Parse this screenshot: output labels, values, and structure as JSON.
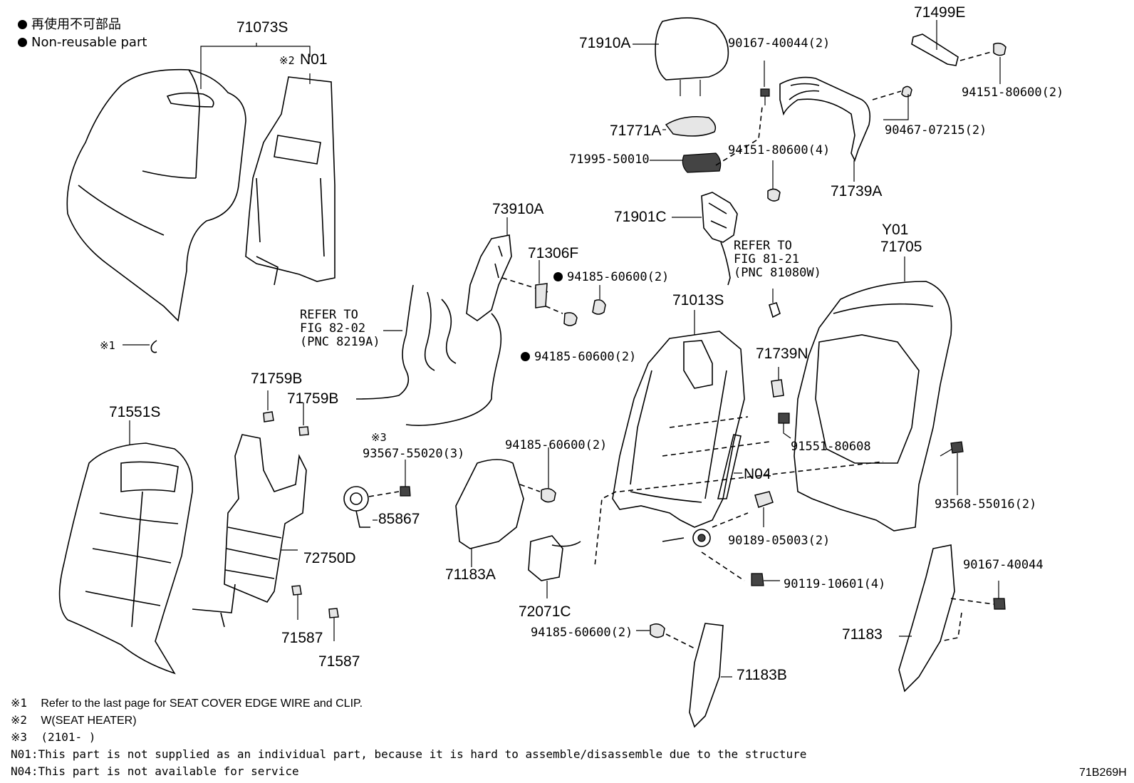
{
  "legend": {
    "jp": "再使用不可部品",
    "en": "Non-reusable part"
  },
  "labels": {
    "p71073S": "71073S",
    "n2": "※2",
    "pN01": "N01",
    "p71910A": "71910A",
    "p90167_40044_2": "90167-40044(2)",
    "p71499E": "71499E",
    "p94151_80600_2": "94151-80600(2)",
    "p90467_07215_2": "90467-07215(2)",
    "p71771A": "71771A",
    "p71995_50010": "71995-50010",
    "p94151_80600_4": "94151-80600(4)",
    "p71739A": "71739A",
    "p71901C": "71901C",
    "refer81_1": "REFER TO",
    "refer81_2": "FIG 81-21",
    "refer81_3": "(PNC 81080W)",
    "p73910A": "73910A",
    "p71306F": "71306F",
    "p94185_a": "94185-60600(2)",
    "p94185_b": "94185-60600(2)",
    "refer82_1": "REFER TO",
    "refer82_2": "FIG 82-02",
    "refer82_3": "(PNC 8219A)",
    "pY01": "Y01",
    "p71705": "71705",
    "p71013S": "71013S",
    "p71739N": "71739N",
    "n1": "※1",
    "p71759B_1": "71759B",
    "p71759B_2": "71759B",
    "p71551S": "71551S",
    "n3": "※3",
    "p93567": "93567-55020(3)",
    "p85867": "85867",
    "p94185_c": "94185-60600(2)",
    "p91551": "91551-80608",
    "pN04": "N04",
    "p93568": "93568-55016(2)",
    "p72750D": "72750D",
    "p90189": "90189-05003(2)",
    "p71183A": "71183A",
    "p90167_40044": "90167-40044",
    "p90119": "90119-10601(4)",
    "p72071C": "72071C",
    "p71587_1": "71587",
    "p71183": "71183",
    "p94185_d": "94185-60600(2)",
    "p71587_2": "71587",
    "p71183B": "71183B",
    "figcode": "71B269H"
  },
  "notes": [
    {
      "mark": "※1",
      "text": "Refer to the last page for SEAT COVER EDGE WIRE and CLIP."
    },
    {
      "mark": "※2",
      "text": "W(SEAT HEATER)"
    },
    {
      "mark": "※3",
      "text": "(2101-    )"
    },
    {
      "mark": "N01:",
      "text": "This part is not supplied as an individual part, because it is hard to assemble/disassemble due to the structure"
    },
    {
      "mark": "N04:",
      "text": "This part is not available for service"
    }
  ]
}
